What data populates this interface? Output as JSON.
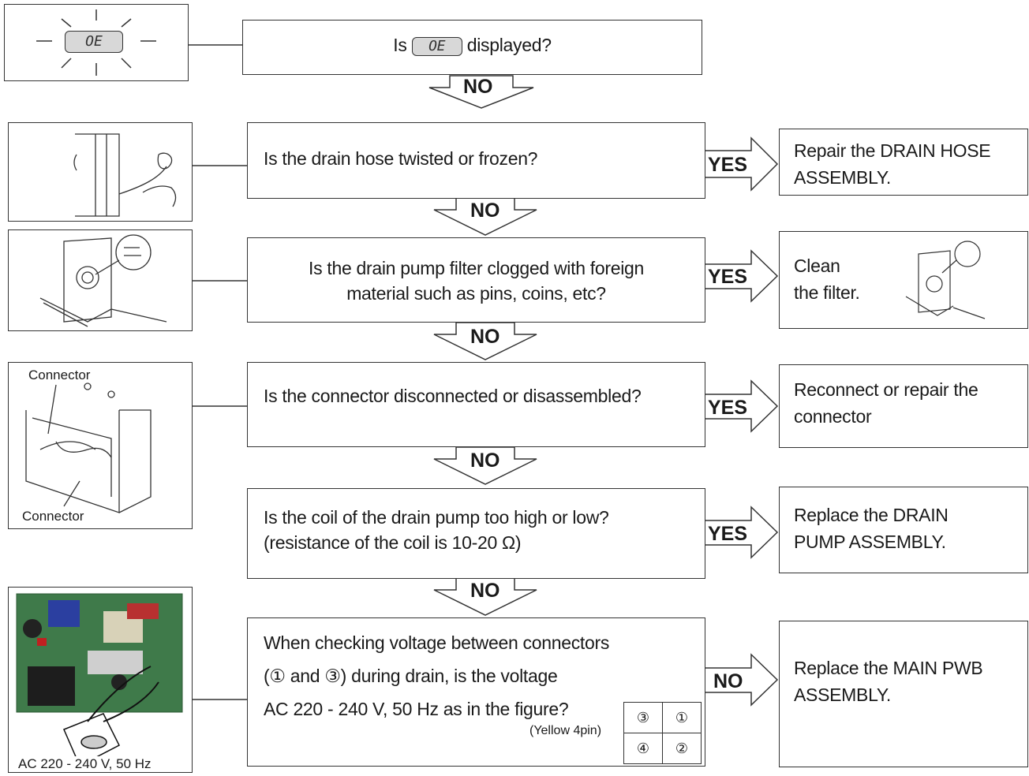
{
  "code": "OE",
  "step1": {
    "question_pre": "Is",
    "question_post": "displayed?",
    "no": "NO"
  },
  "step2": {
    "question": "Is the drain hose twisted or frozen?",
    "yes": "YES",
    "no": "NO",
    "action_1": "Repair the DRAIN HOSE",
    "action_2": "ASSEMBLY."
  },
  "step3": {
    "question_1": "Is the drain pump filter clogged with foreign",
    "question_2": "material such as pins, coins, etc?",
    "yes": "YES",
    "no": "NO",
    "action_1": "Clean",
    "action_2": "the filter."
  },
  "step4": {
    "question": "Is the connector disconnected or disassembled?",
    "yes": "YES",
    "no": "NO",
    "action_1": "Reconnect or repair the",
    "action_2": "connector",
    "caption_top": "Connector",
    "caption_bottom": "Connector"
  },
  "step5": {
    "question_1": "Is the coil of the drain pump too high or low?",
    "question_2": "(resistance of the coil is 10-20 Ω)",
    "yes": "YES",
    "no": "NO",
    "action_1": "Replace the DRAIN",
    "action_2": "PUMP ASSEMBLY."
  },
  "step6": {
    "question_1": "When checking voltage between connectors",
    "question_2": "(① and ③) during drain, is the voltage",
    "question_3": "AC 220 - 240  V,  50 Hz as in the figure?",
    "connector_note": "(Yellow 4pin)",
    "pins": [
      "③",
      "①",
      "④",
      "②"
    ],
    "no": "NO",
    "action_1": "Replace the MAIN PWB",
    "action_2": "ASSEMBLY.",
    "caption": "AC 220 - 240 V, 50 Hz"
  }
}
